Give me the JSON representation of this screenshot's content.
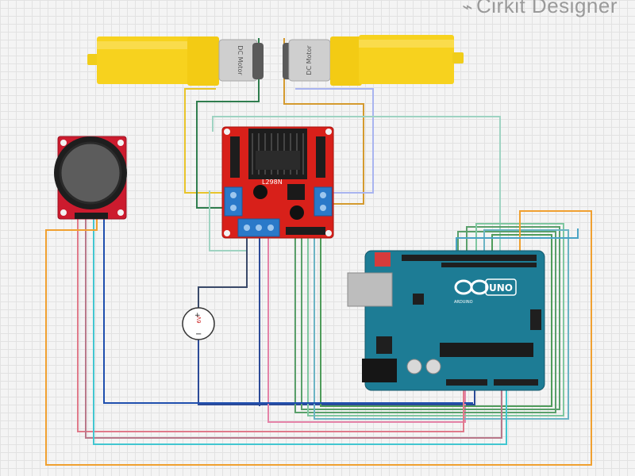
{
  "watermark": {
    "text": "Cirkit Designer",
    "logo_icon": "cirkit-logo-icon"
  },
  "components": {
    "motor_left": {
      "label": "DC Motor"
    },
    "motor_right": {
      "label": "DC Motor"
    },
    "driver": {
      "chip_label": "L298N"
    },
    "battery": {
      "plus": "+",
      "minus": "−",
      "value": "6V"
    },
    "arduino": {
      "brand": "UNO",
      "model": "ARDUINO"
    }
  },
  "colors": {
    "motor_body": "#f7d21e",
    "motor_gear": "#c9c9c9",
    "driver_board": "#d8201a",
    "terminal_blue": "#2a79c9",
    "arduino_board": "#1d7c95",
    "joystick_board": "#cc1b2e"
  }
}
